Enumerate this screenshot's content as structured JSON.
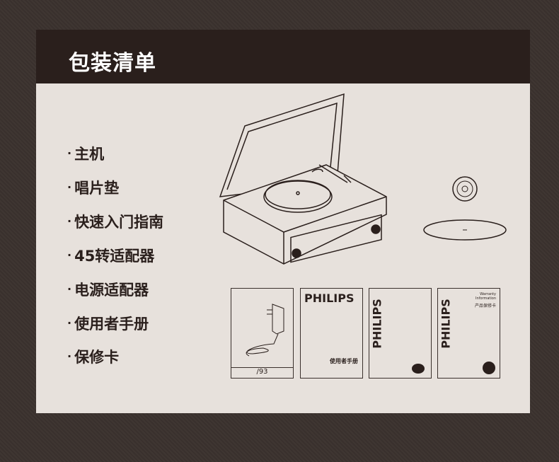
{
  "header": {
    "title": "包装清单"
  },
  "items": [
    {
      "label": "主机"
    },
    {
      "label": "唱片垫"
    },
    {
      "label": "快速入门指南"
    },
    {
      "label": "45转适配器"
    },
    {
      "label": "电源适配器"
    },
    {
      "label": "使用者手册"
    },
    {
      "label": "保修卡"
    }
  ],
  "cards": {
    "adapter_label": "/93",
    "brand": "PHILIPS",
    "manual_title": "使用者手册",
    "warranty_en": "Warranty Information",
    "warranty_cn": "产品保修卡"
  }
}
